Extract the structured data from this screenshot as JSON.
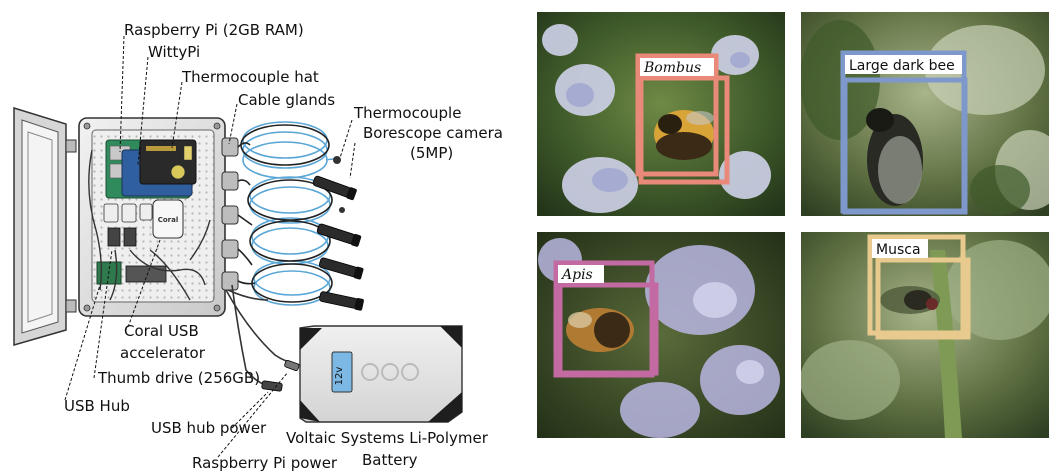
{
  "labels": {
    "raspberry_pi": "Raspberry Pi (2GB RAM)",
    "wittypi": "WittyPi",
    "thermocouple_hat": "Thermocouple hat",
    "cable_glands": "Cable glands",
    "thermocouple": "Thermocouple",
    "borescope_camera": "Borescope camera",
    "borescope_res": "(5MP)",
    "coral_usb": "Coral USB",
    "coral_accel": "accelerator",
    "thumb_drive": "Thumb drive (256GB)",
    "usb_hub": "USB Hub",
    "usb_hub_power": "USB hub power",
    "raspberry_pi_power": "Raspberry Pi power",
    "battery_line1": "Voltaic Systems Li-Polymer",
    "battery_line2": "Battery",
    "coral_chip": "Coral",
    "battery_voltage": "12v"
  },
  "photos": [
    {
      "label": "Bombus",
      "italic": true,
      "box_color": "#e8897a"
    },
    {
      "label": "Large dark bee",
      "italic": false,
      "box_color": "#7f98cc"
    },
    {
      "label": "Apis",
      "italic": true,
      "box_color": "#c46aa2"
    },
    {
      "label": "Musca",
      "italic": false,
      "box_color": "#e8c98e"
    }
  ]
}
